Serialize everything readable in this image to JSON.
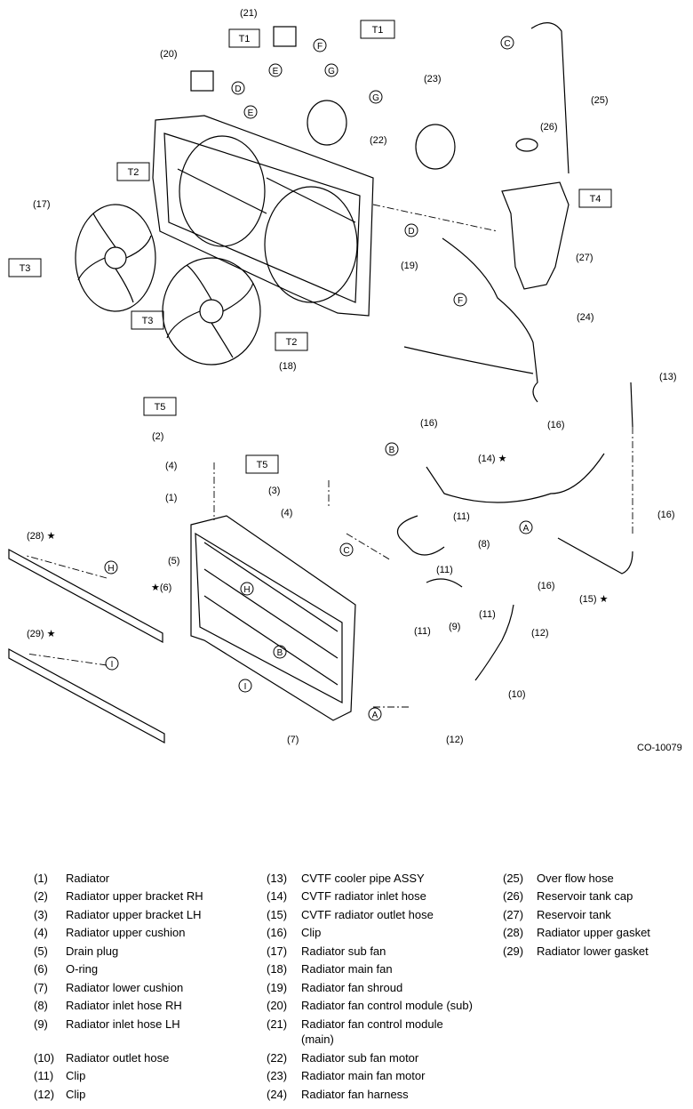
{
  "diagram": {
    "code": "CO-10079",
    "torque_labels": [
      "T1",
      "T1",
      "T2",
      "T2",
      "T3",
      "T3",
      "T4",
      "T5",
      "T5"
    ],
    "connector_letters": [
      "A",
      "A",
      "B",
      "B",
      "C",
      "C",
      "D",
      "D",
      "E",
      "E",
      "F",
      "F",
      "G",
      "G",
      "H",
      "H",
      "I",
      "I"
    ],
    "callouts": [
      "(1)",
      "(2)",
      "(3)",
      "(4)",
      "(4)",
      "(5)",
      "★(6)",
      "(7)",
      "(8)",
      "(9)",
      "(10)",
      "(11)",
      "(11)",
      "(11)",
      "(11)",
      "(12)",
      "(12)",
      "(13)",
      "(14) ★",
      "(15) ★",
      "(16)",
      "(16)",
      "(16)",
      "(16)",
      "(17)",
      "(18)",
      "(19)",
      "(20)",
      "(21)",
      "(22)",
      "(23)",
      "(24)",
      "(25)",
      "(26)",
      "(27)",
      "(28) ★",
      "(29) ★"
    ]
  },
  "legend": [
    [
      {
        "num": "(1)",
        "text": "Radiator"
      },
      {
        "num": "(2)",
        "text": "Radiator upper bracket RH"
      },
      {
        "num": "(3)",
        "text": "Radiator upper bracket LH"
      },
      {
        "num": "(4)",
        "text": "Radiator upper cushion"
      },
      {
        "num": "(5)",
        "text": "Drain plug"
      },
      {
        "num": "(6)",
        "text": "O-ring"
      },
      {
        "num": "(7)",
        "text": "Radiator lower cushion"
      },
      {
        "num": "(8)",
        "text": "Radiator inlet hose RH"
      },
      {
        "num": "(9)",
        "text": "Radiator inlet hose LH"
      },
      {
        "num": "(10)",
        "text": "Radiator outlet hose"
      },
      {
        "num": "(11)",
        "text": "Clip"
      },
      {
        "num": "(12)",
        "text": "Clip"
      }
    ],
    [
      {
        "num": "(13)",
        "text": "CVTF cooler pipe ASSY"
      },
      {
        "num": "(14)",
        "text": "CVTF radiator inlet hose"
      },
      {
        "num": "(15)",
        "text": "CVTF radiator outlet hose"
      },
      {
        "num": "(16)",
        "text": "Clip"
      },
      {
        "num": "(17)",
        "text": "Radiator sub fan"
      },
      {
        "num": "(18)",
        "text": "Radiator main fan"
      },
      {
        "num": "(19)",
        "text": "Radiator fan shroud"
      },
      {
        "num": "(20)",
        "text": "Radiator fan control module (sub)"
      },
      {
        "num": "(21)",
        "text": "Radiator fan control module",
        "text2": "(main)"
      },
      {
        "num": "(22)",
        "text": "Radiator sub fan motor"
      },
      {
        "num": "(23)",
        "text": "Radiator main fan motor"
      },
      {
        "num": "(24)",
        "text": "Radiator fan harness"
      }
    ],
    [
      {
        "num": "(25)",
        "text": "Over flow hose"
      },
      {
        "num": "(26)",
        "text": "Reservoir tank cap"
      },
      {
        "num": "(27)",
        "text": "Reservoir tank"
      },
      {
        "num": "(28)",
        "text": "Radiator upper gasket"
      },
      {
        "num": "(29)",
        "text": "Radiator lower gasket"
      }
    ]
  ]
}
